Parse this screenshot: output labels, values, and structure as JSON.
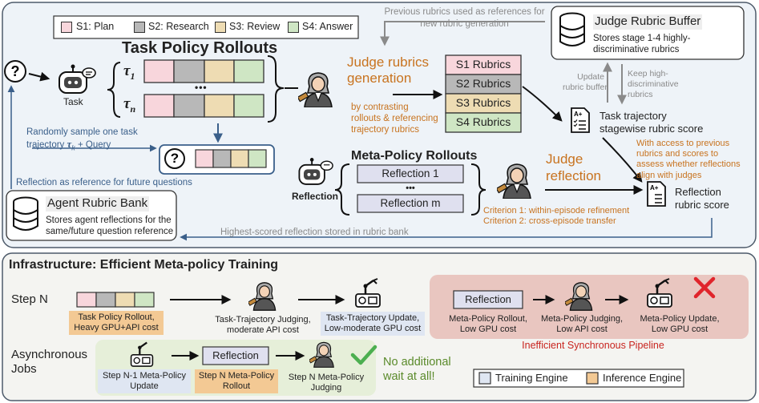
{
  "legend_stages": [
    {
      "label": "S1: Plan",
      "color": "#f8d6dc"
    },
    {
      "label": "S2: Research",
      "color": "#b8b8b8"
    },
    {
      "label": "S3: Review",
      "color": "#eedcb3"
    },
    {
      "label": "S4: Answer",
      "color": "#cfe6c4"
    }
  ],
  "top": {
    "task_policy_rollouts": "Task Policy Rollouts",
    "tau1": "τ",
    "tau1_sub": "1",
    "taun": "τ",
    "taun_sub": "n",
    "ellipsis": "•••",
    "task_label": "Task",
    "random_sample_line1": "Randomly sample one task",
    "random_sample_line2_a": "trajectory ",
    "random_sample_line2_tau": "τ",
    "random_sample_line2_sub": "k",
    "random_sample_line2_b": " + Query",
    "judge_rubrics_gen_line1": "Judge rubrics",
    "judge_rubrics_gen_line2": "generation",
    "by_contrasting_line1": "by contrasting",
    "by_contrasting_line2": "rollouts & referencing",
    "by_contrasting_line3": "trajectory rubrics",
    "prev_rubrics_line1": "Previous rubrics used as references for",
    "prev_rubrics_line2": "new rubric generation",
    "rubrics": [
      {
        "label": "S1 Rubrics",
        "color": "#f8d6dc"
      },
      {
        "label": "S2 Rubrics",
        "color": "#b8b8b8"
      },
      {
        "label": "S3 Rubrics",
        "color": "#eedcb3"
      },
      {
        "label": "S4 Rubrics",
        "color": "#cfe6c4"
      }
    ],
    "judge_rubric_buffer": "Judge Rubric Buffer",
    "buffer_desc_line1": "Stores stage 1-4 highly-",
    "buffer_desc_line2": "discriminative rubrics",
    "update_buffer_line1": "Update",
    "update_buffer_line2": "rubric buffer",
    "keep_high_line1": "Keep high-",
    "keep_high_line2": "discriminative",
    "keep_high_line3": "rubrics",
    "task_traj_score_line1": "Task trajectory",
    "task_traj_score_line2": "stagewise rubric score",
    "with_access_line1": "With access to previous",
    "with_access_line2": "rubrics and scores to",
    "with_access_line3": "assess whether reflections",
    "with_access_line4": "align with judges",
    "meta_policy_rollouts": "Meta-Policy Rollouts",
    "reflection_1": "Reflection 1",
    "reflection_m": "Reflection m",
    "reflection_label": "Reflection",
    "judge_reflection_line1": "Judge",
    "judge_reflection_line2": "reflection",
    "criterion_1": "Criterion 1: within-episode refinement",
    "criterion_2": "Criterion 2: cross-episode transfer",
    "reflection_score_line1": "Reflection",
    "reflection_score_line2": "rubric score",
    "reflection_as_reference": "Reflection as reference for future questions",
    "agent_rubric_bank": "Agent Rubric Bank",
    "bank_desc_line1": "Stores agent reflections for the",
    "bank_desc_line2": "same/future question reference",
    "highest_scored": "Highest-scored reflection stored in rubric bank",
    "question_mark": "?"
  },
  "bottom": {
    "title": "Infrastructure: Efficient Meta-policy Training",
    "step_n": "Step N",
    "task_policy_rollout_line1": "Task Policy Rollout,",
    "task_policy_rollout_line2": "Heavy GPU+API cost",
    "task_traj_judging_line1": "Task-Trajectory Judging,",
    "task_traj_judging_line2": "moderate API cost",
    "task_traj_update_line1": "Task-Trajectory Update,",
    "task_traj_update_line2": "Low-moderate GPU cost",
    "reflection": "Reflection",
    "meta_rollout_line1": "Meta-Policy Rollout,",
    "meta_rollout_line2": "Low GPU cost",
    "meta_judging_line1": "Meta-Policy Judging,",
    "meta_judging_line2": "Low API cost",
    "meta_update_line1": "Meta-Policy Update,",
    "meta_update_line2": "Low GPU cost",
    "inefficient": "Inefficient Synchronous Pipeline",
    "async_line1": "Asynchronous",
    "async_line2": "Jobs",
    "step_n1_update_line1": "Step N-1 Meta-Policy",
    "step_n1_update_line2": "Update",
    "step_n_rollout_line1": "Step N Meta-Policy",
    "step_n_rollout_line2": "Rollout",
    "step_n_judging_line1": "Step N Meta-Policy",
    "step_n_judging_line2": "Judging",
    "no_wait_line1": "No additional",
    "no_wait_line2": "wait at all!",
    "training_engine": "Training Engine",
    "inference_engine": "Inference Engine"
  },
  "colors": {
    "top_panel_bg": "#eef3f8",
    "bottom_panel_bg": "#f4f4f1",
    "orange_text": "#c8731f",
    "blue_text": "#3a5f8a",
    "gray_text": "#8a8a8a",
    "green_check": "#4caf50",
    "red_cross": "#e0242b",
    "training_bg": "#dfe6f2",
    "inference_bg": "#f3c994",
    "async_bg": "#e6efd9",
    "sync_bg": "#e9c6c0",
    "reflection_box_bg": "#dfe0ef"
  }
}
